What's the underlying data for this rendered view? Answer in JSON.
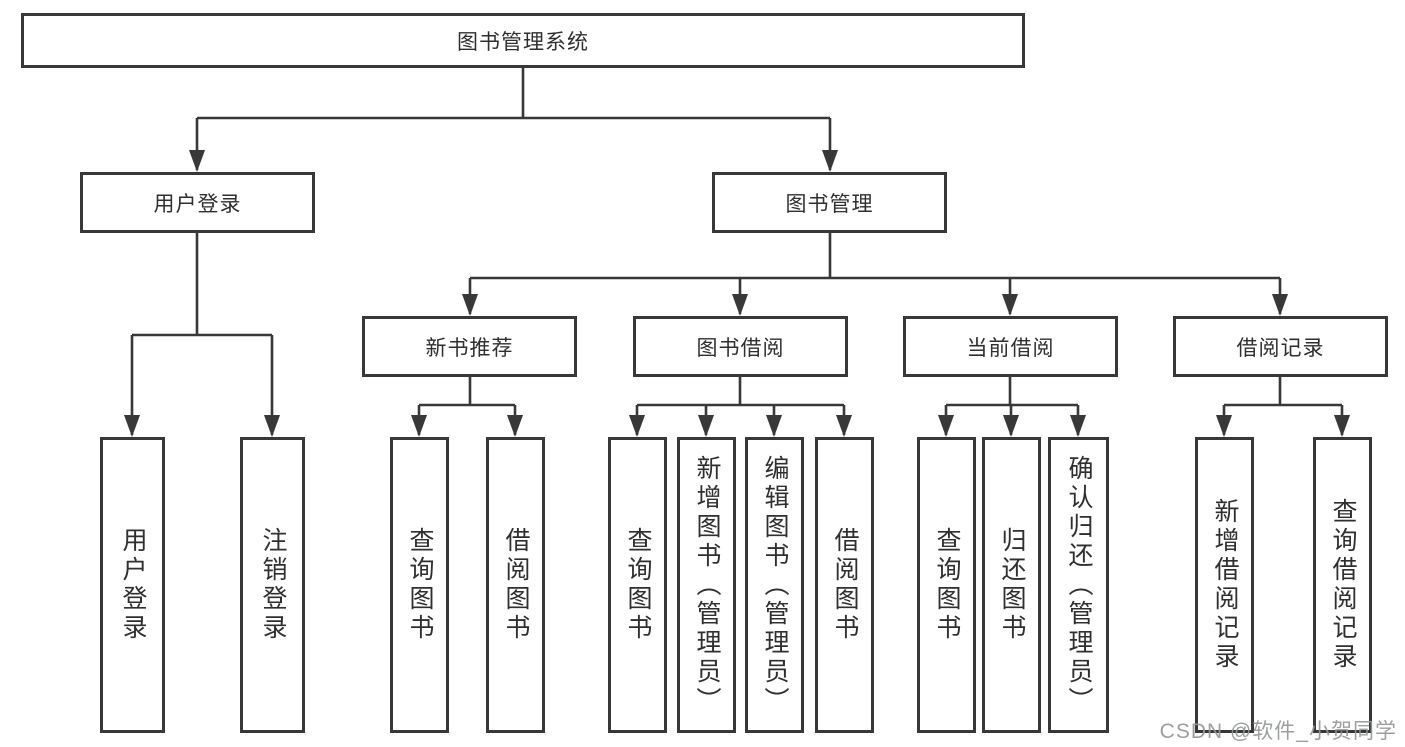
{
  "colors": {
    "line": "#383838",
    "box_border": "#383838",
    "text": "#2f2f2f",
    "watermark": "#949698",
    "background": "#ffffff"
  },
  "nodes": {
    "root": "图书管理系统",
    "level2": {
      "user_login": "用户登录",
      "book_mgmt": "图书管理"
    },
    "level3": {
      "new_book_rec": "新书推荐",
      "book_borrow": "图书借阅",
      "current_borrow": "当前借阅",
      "borrow_records": "借阅记录"
    },
    "leaves": {
      "user_login_leaf": "用户登录",
      "logout": "注销登录",
      "nbr_query_books": "查询图书",
      "nbr_borrow_books": "借阅图书",
      "bb_query_books": "查询图书",
      "bb_add_books": "新增图书（管理员）",
      "bb_edit_books": "编辑图书（管理员）",
      "bb_borrow_books": "借阅图书",
      "cb_query_books": "查询图书",
      "cb_return_books": "归还图书",
      "cb_confirm_return": "确认归还（管理员）",
      "br_add_record": "新增借阅记录",
      "br_query_record": "查询借阅记录"
    }
  },
  "watermark": "CSDN @软件_小贺同学"
}
